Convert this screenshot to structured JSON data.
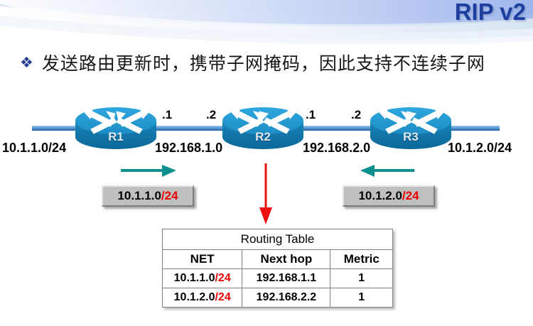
{
  "header": {
    "title": "RIP v2",
    "title_color": "#1f3f9e"
  },
  "bullet": {
    "glyph": "❖",
    "text": "发送路由更新时，携带子网掩码，因此支持不连续子网"
  },
  "diagram": {
    "routers": [
      {
        "name": "R1"
      },
      {
        "name": "R2"
      },
      {
        "name": "R3"
      }
    ],
    "edge_networks": {
      "left": "10.1.1.0/24",
      "right": "10.1.2.0/24"
    },
    "links": [
      {
        "network": "192.168.1.0",
        "left_iface": ".1",
        "right_iface": ".2"
      },
      {
        "network": "192.168.2.0",
        "left_iface": ".1",
        "right_iface": ".2"
      }
    ],
    "update_arrows": [
      {
        "direction": "right",
        "color": "#0a8f8f"
      },
      {
        "direction": "left",
        "color": "#0a8f8f"
      }
    ],
    "advert_boxes": [
      {
        "net": "10.1.1.0",
        "mask": "/24",
        "mask_color": "#ee0000"
      },
      {
        "net": "10.1.2.0",
        "mask": "/24",
        "mask_color": "#ee0000"
      }
    ],
    "table_arrow": {
      "direction": "down",
      "color": "#ee1111"
    }
  },
  "routing_table": {
    "title": "Routing Table",
    "columns": [
      "NET",
      "Next hop",
      "Metric"
    ],
    "rows": [
      {
        "net": "10.1.1.0",
        "mask": "/24",
        "next_hop": "192.168.1.1",
        "metric": "1"
      },
      {
        "net": "10.1.2.0",
        "mask": "/24",
        "next_hop": "192.168.2.2",
        "metric": "1"
      }
    ]
  }
}
